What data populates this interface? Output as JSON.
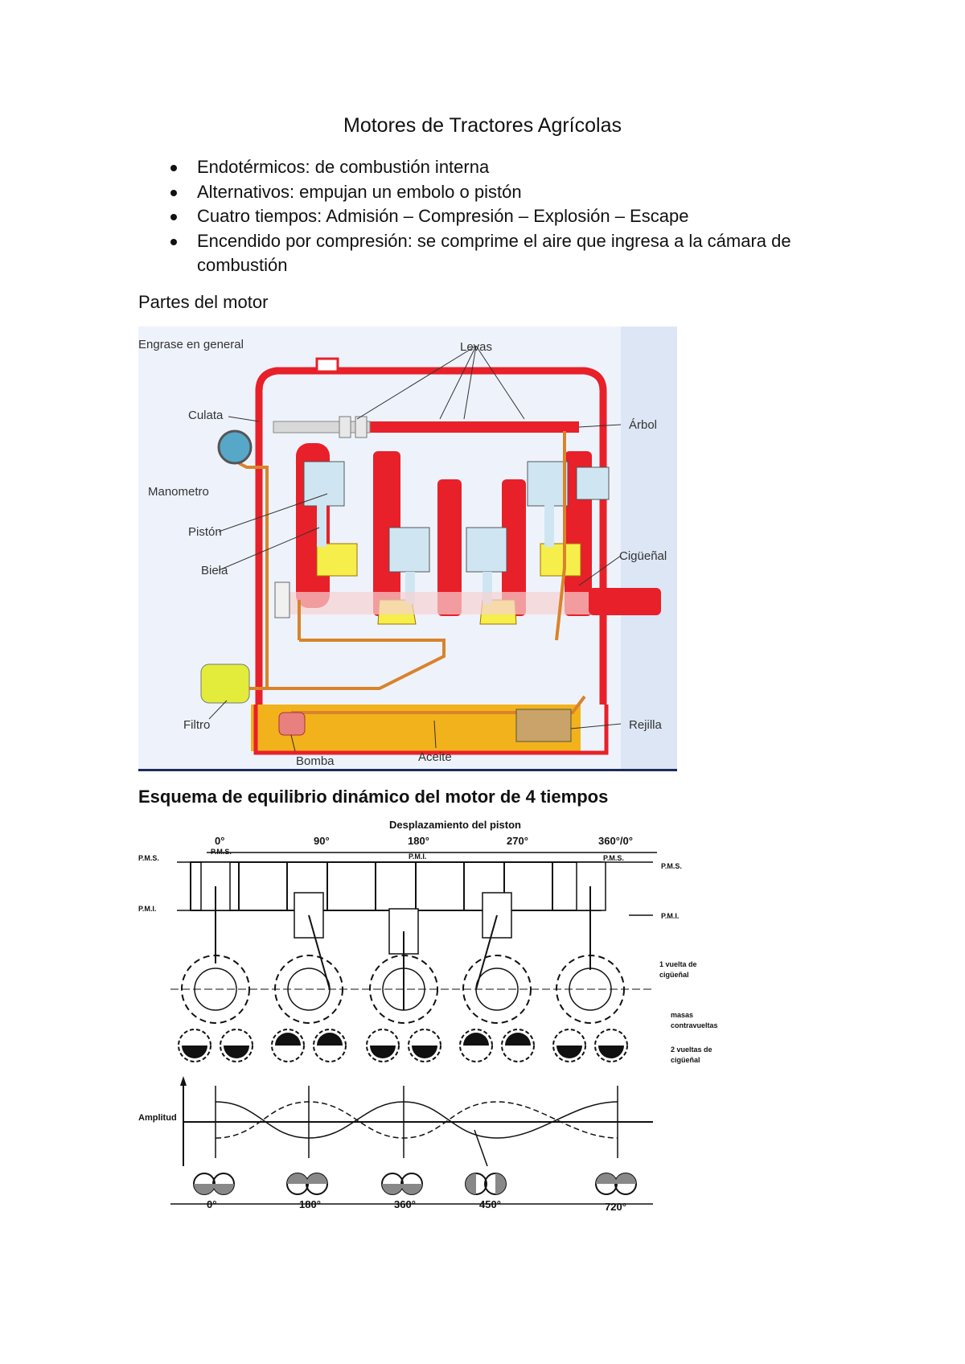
{
  "title": "Motores de Tractores Agrícolas",
  "bullets": [
    "Endotérmicos: de combustión interna",
    "Alternativos: empujan un embolo o pistón",
    "Cuatro tiempos: Admisión – Compresión – Explosión – Escape",
    "Encendido por compresión: se comprime el aire que ingresa a la cámara de combustión"
  ],
  "section1_label": "Partes del motor",
  "engine_figure": {
    "labels": {
      "engrase": "Engrase en general",
      "levas": "Levas",
      "culata": "Culata",
      "arbol": "Árbol",
      "manometro": "Manometro",
      "piston": "Pistón",
      "biela": "Biela",
      "ciguenal": "Cigüeñal",
      "filtro": "Filtro",
      "bomba": "Bomba",
      "aceite": "Aceite",
      "rejilla": "Rejilla"
    },
    "colors": {
      "block": "#e8202a",
      "oil": "#f2b21c",
      "pipe": "#d9832b",
      "bg": "#eef3fb"
    }
  },
  "section2_heading": "Esquema de equilibrio dinámico del motor de 4 tiempos",
  "balance_figure": {
    "title": "Desplazamiento del piston",
    "angles_top": [
      "0°",
      "90°",
      "180°",
      "270°",
      "360°/0°"
    ],
    "pms": "P.M.S.",
    "pmi": "P.M.I.",
    "sub_pms": "P.M.S.",
    "sub_pmi": "P.M.I.",
    "sub_pms_right": "P.M.S.",
    "label_1vuelta": [
      "1 vuelta de",
      "cigüeñal"
    ],
    "label_masas": [
      "masas",
      "contravueltas"
    ],
    "label_2vueltas": [
      "2 vueltas de",
      "cigüeñal"
    ],
    "amplitud": "Amplitud",
    "angles_bottom": [
      "0°",
      "180°",
      "360°",
      "450°",
      "720°"
    ]
  }
}
